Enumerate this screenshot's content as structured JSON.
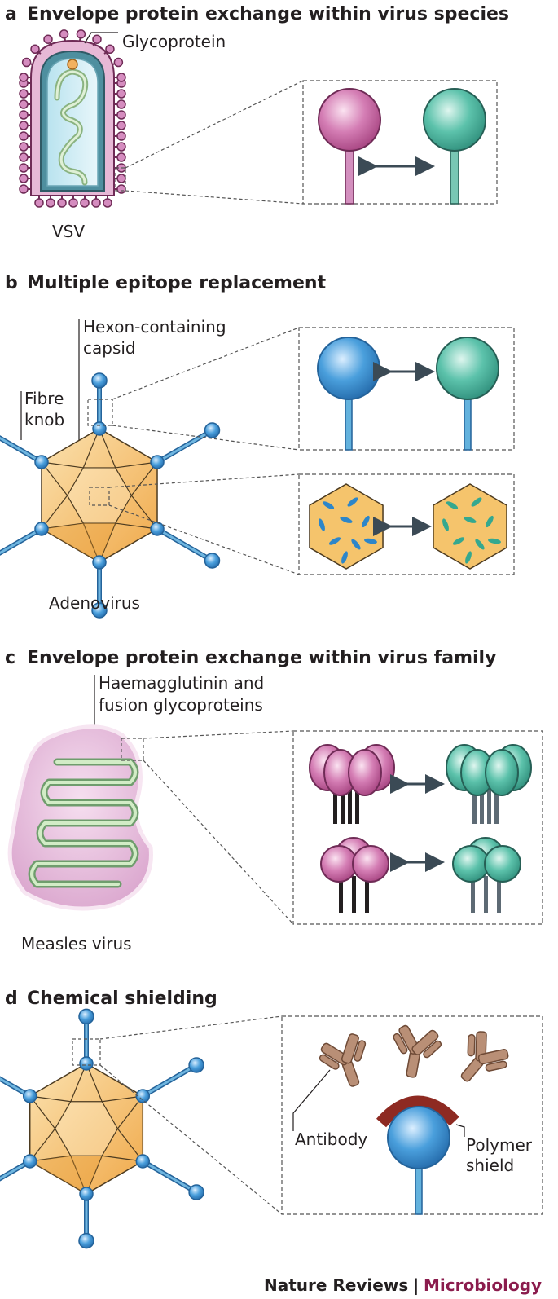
{
  "panels": {
    "a": {
      "letter": "a",
      "title": "Envelope protein exchange within virus species",
      "labels": {
        "glycoprotein": "Glycoprotein",
        "virus": "VSV"
      }
    },
    "b": {
      "letter": "b",
      "title": "Multiple epitope replacement",
      "labels": {
        "hexon_line1": "Hexon-containing",
        "hexon_line2": "capsid",
        "fibre_line1": "Fibre",
        "fibre_line2": "knob",
        "virus": "Adenovirus"
      }
    },
    "c": {
      "letter": "c",
      "title": "Envelope protein exchange within virus family",
      "labels": {
        "haem_line1": "Haemagglutinin and",
        "haem_line2": "fusion glycoproteins",
        "virus": "Measles virus"
      }
    },
    "d": {
      "letter": "d",
      "title": "Chemical shielding",
      "labels": {
        "antibody": "Antibody",
        "polymer_line1": "Polymer",
        "polymer_line2": "shield"
      }
    }
  },
  "footer": {
    "journal": "Nature Reviews",
    "separator": "|",
    "section": "Microbiology"
  },
  "colors": {
    "magenta": "#c66ca5",
    "teal": "#52b8a3",
    "blue": "#3f94d1",
    "capsid": "#f5c46c",
    "antibody": "#a57f69",
    "polymer": "#8e2a22",
    "brand": "#8b1c4d"
  }
}
